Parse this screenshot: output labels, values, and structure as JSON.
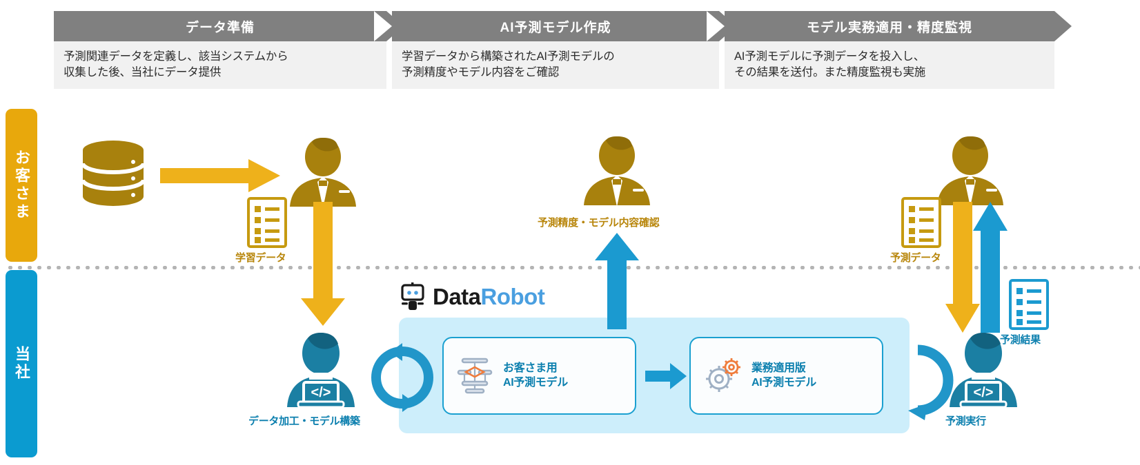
{
  "phases": [
    {
      "title": "データ準備",
      "description": "予測関連データを定義し、該当システムから\n収集した後、当社にデータ提供"
    },
    {
      "title": "AI予測モデル作成",
      "description": "学習データから構築されたAI予測モデルの\n予測精度やモデル内容をご確認"
    },
    {
      "title": "モデル実務適用・精度監視",
      "description": "AI予測モデルに予測データを投入し、\nその結果を送付。また精度監視も実施"
    }
  ],
  "lanes": [
    {
      "label": "お客さま",
      "color": "#e8a80c"
    },
    {
      "label": "当社",
      "color": "#0b9bd0"
    }
  ],
  "captions": {
    "training_data": "学習データ",
    "data_prep_model_build": "データ加工・モデル構築",
    "accuracy_model_check": "予測精度・モデル内容確認",
    "prediction_data": "予測データ",
    "prediction_result": "予測結果",
    "prediction_run": "予測実行"
  },
  "datarobot": {
    "name_dark": "Data",
    "name_blue": "Robot",
    "models": [
      {
        "label": "お客さま用\nAI予測モデル",
        "icon": "neural-network-icon"
      },
      {
        "label": "業務適用版\nAI予測モデル",
        "icon": "gears-icon"
      }
    ]
  },
  "colors": {
    "gold": "#b8860b",
    "amber": "#e8a80c",
    "blue": "#0b9bd0",
    "blue_dark": "#1b7fa3",
    "panel_blue": "#cdeefb",
    "header_gray": "#808080",
    "body_gray": "#f1f1f1"
  }
}
